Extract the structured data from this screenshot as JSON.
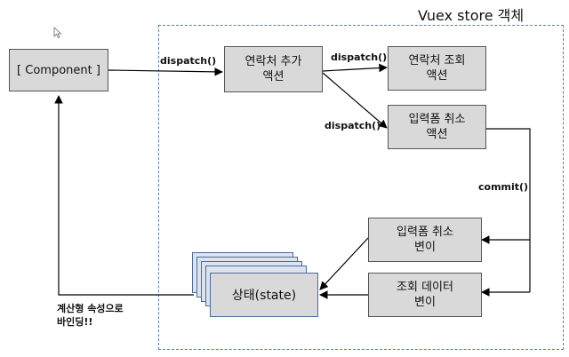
{
  "store": {
    "title": "Vuex store 객체"
  },
  "nodes": {
    "component": "[ Component ]",
    "add_action": "연락처 추가\n액션",
    "search_action": "연락처 조회\n액션",
    "cancel_action": "입력폼 취소\n액션",
    "cancel_mutation": "입력폼 취소\n변이",
    "search_mutation": "조회 데이터\n변이",
    "state": "상태(state)"
  },
  "edges": {
    "dispatch_1": "dispatch()",
    "dispatch_2": "dispatch()",
    "dispatch_3": "dispatch()",
    "commit": "commit()"
  },
  "binding_note": "계산형 속성으로\n바인딩!!"
}
